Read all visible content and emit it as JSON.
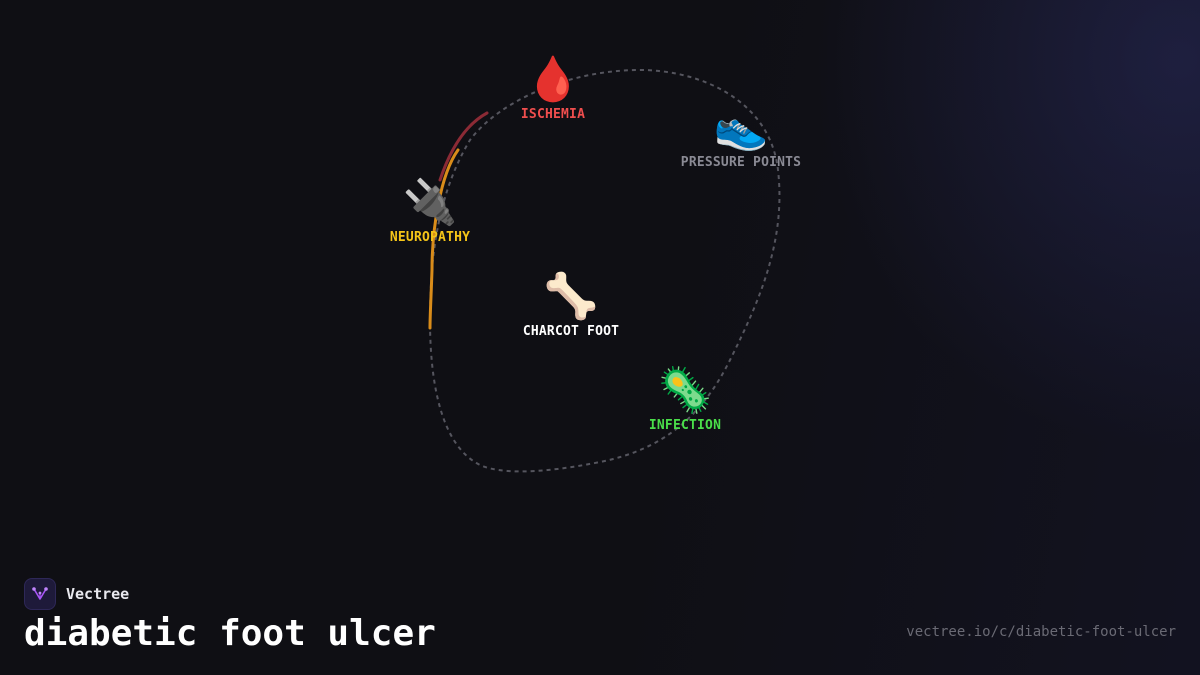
{
  "diagram": {
    "nodes": [
      {
        "id": "ischemia",
        "icon": "blood-drop-icon",
        "emoji": "🩸",
        "label": "ISCHEMIA",
        "color": "#ef4e4e"
      },
      {
        "id": "pressure",
        "icon": "sneaker-icon",
        "emoji": "👟",
        "label": "PRESSURE POINTS",
        "color": "#8a8a94"
      },
      {
        "id": "neuropathy",
        "icon": "plug-icon",
        "emoji": "🔌",
        "label": "NEUROPATHY",
        "color": "#f5c518"
      },
      {
        "id": "charcot",
        "icon": "bone-icon",
        "emoji": "🦴",
        "label": "CHARCOT FOOT",
        "color": "#ffffff"
      },
      {
        "id": "infection",
        "icon": "microbe-icon",
        "emoji": "🦠",
        "label": "INFECTION",
        "color": "#4ade4a"
      }
    ],
    "loop_color": "#55555e",
    "trail_colors": [
      "#8b2a35",
      "#d98c1a",
      "#c9a227"
    ]
  },
  "brand": {
    "name": "Vectree",
    "icon": "vectree-logo-icon",
    "accent": "#a855f7"
  },
  "title": "diabetic foot ulcer",
  "url": "vectree.io/c/diabetic-foot-ulcer"
}
